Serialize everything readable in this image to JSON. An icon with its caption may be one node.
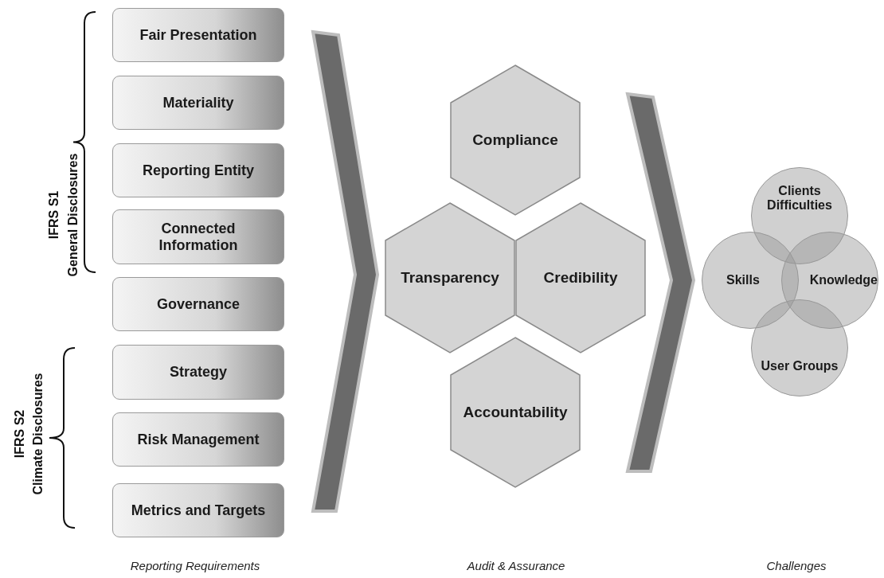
{
  "diagram": {
    "nodes": [
      {
        "text": [
          "Fair Presentation"
        ]
      },
      {
        "text": [
          "Materiality"
        ]
      },
      {
        "text": [
          "Reporting Entity"
        ]
      },
      {
        "text": [
          "Connected Information"
        ]
      },
      {
        "text": [
          "Governance"
        ]
      },
      {
        "text": [
          "Strategy"
        ]
      },
      {
        "text": [
          "Risk Management"
        ]
      },
      {
        "text": [
          "Metrics and Targets"
        ]
      },
      {
        "text": [
          "Compliance"
        ]
      },
      {
        "text": [
          "Transparency"
        ]
      },
      {
        "text": [
          "Credibility"
        ]
      },
      {
        "text": [
          "Accountability"
        ]
      },
      {
        "text": [
          "Clients Difficulties"
        ]
      },
      {
        "text": [
          "Skills"
        ]
      },
      {
        "text": [
          "Knowledge"
        ]
      },
      {
        "text": [
          "User Groups"
        ]
      }
    ],
    "edges": [
      {
        "from": null,
        "to": 9,
        "arrow": "to"
      },
      {
        "from": null,
        "to": 13,
        "arrow": "to"
      }
    ],
    "labels": [
      "IFRS S1",
      "General Disclosures",
      "IFRS S2",
      "Climate Disclosures",
      "Reporting Requirements",
      "Audit & Assurance",
      "Challenges"
    ]
  }
}
